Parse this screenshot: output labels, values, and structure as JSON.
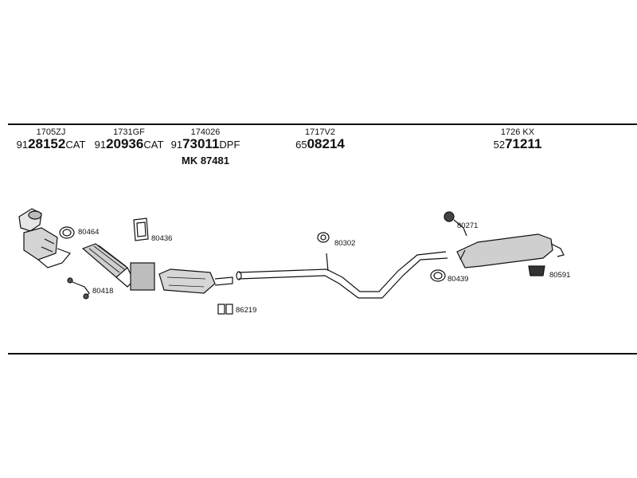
{
  "header_parts": [
    {
      "oem": "1705ZJ",
      "prefix": "91",
      "number": "28152",
      "suffix": "CAT"
    },
    {
      "oem": "1731GF",
      "prefix": "91",
      "number": "20936",
      "suffix": "CAT"
    },
    {
      "oem": "174026",
      "prefix": "91",
      "number": "73011",
      "suffix": "DPF"
    },
    {
      "oem": "1717V2",
      "prefix": "65",
      "number": "08214",
      "suffix": ""
    },
    {
      "oem": "1726 KX",
      "prefix": "52",
      "number": "71211",
      "suffix": ""
    }
  ],
  "mk_label": "MK  87481",
  "callouts": [
    "80464",
    "80418",
    "80436",
    "86219",
    "80302",
    "80271",
    "80439",
    "80591"
  ]
}
